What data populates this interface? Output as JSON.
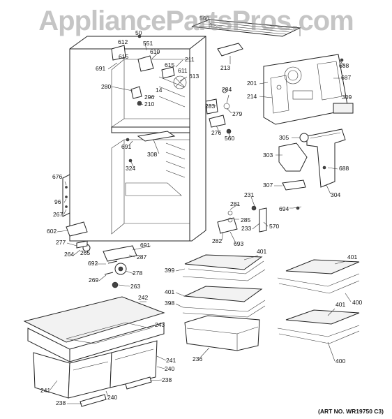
{
  "watermark": "AppliancePartsPros.com",
  "art_no": "(ART NO. WR19750 C3)",
  "labels": [
    {
      "id": "p560a",
      "text": "560"
    },
    {
      "id": "p1",
      "text": "1"
    },
    {
      "id": "p50",
      "text": "50"
    },
    {
      "id": "p612",
      "text": "612"
    },
    {
      "id": "p551",
      "text": "551"
    },
    {
      "id": "p610",
      "text": "610"
    },
    {
      "id": "p615a",
      "text": "615"
    },
    {
      "id": "p691a",
      "text": "691"
    },
    {
      "id": "p211",
      "text": "211"
    },
    {
      "id": "p615b",
      "text": "615"
    },
    {
      "id": "p611",
      "text": "611"
    },
    {
      "id": "p613",
      "text": "613"
    },
    {
      "id": "p213",
      "text": "213"
    },
    {
      "id": "p688a",
      "text": "688"
    },
    {
      "id": "p687",
      "text": "687"
    },
    {
      "id": "p201",
      "text": "201"
    },
    {
      "id": "p280",
      "text": "280"
    },
    {
      "id": "p14",
      "text": "14"
    },
    {
      "id": "p296",
      "text": "296"
    },
    {
      "id": "p210",
      "text": "210"
    },
    {
      "id": "p284",
      "text": "284"
    },
    {
      "id": "p214",
      "text": "214"
    },
    {
      "id": "p309",
      "text": "309"
    },
    {
      "id": "p283",
      "text": "283"
    },
    {
      "id": "p279",
      "text": "279"
    },
    {
      "id": "p276",
      "text": "276"
    },
    {
      "id": "p560b",
      "text": "560"
    },
    {
      "id": "p305",
      "text": "305"
    },
    {
      "id": "p691b",
      "text": "691"
    },
    {
      "id": "p308",
      "text": "308"
    },
    {
      "id": "p303",
      "text": "303"
    },
    {
      "id": "p688b",
      "text": "688"
    },
    {
      "id": "p324",
      "text": "324"
    },
    {
      "id": "p676",
      "text": "676"
    },
    {
      "id": "p96",
      "text": "96"
    },
    {
      "id": "p267",
      "text": "267"
    },
    {
      "id": "p307",
      "text": "307"
    },
    {
      "id": "p304",
      "text": "304"
    },
    {
      "id": "p231",
      "text": "231"
    },
    {
      "id": "p281",
      "text": "281"
    },
    {
      "id": "p694",
      "text": "694"
    },
    {
      "id": "p285",
      "text": "285"
    },
    {
      "id": "p570",
      "text": "570"
    },
    {
      "id": "p233",
      "text": "233"
    },
    {
      "id": "p602",
      "text": "602"
    },
    {
      "id": "p282",
      "text": "282"
    },
    {
      "id": "p693",
      "text": "693"
    },
    {
      "id": "p277",
      "text": "277"
    },
    {
      "id": "p691c",
      "text": "691"
    },
    {
      "id": "p264",
      "text": "264"
    },
    {
      "id": "p265",
      "text": "265"
    },
    {
      "id": "p287",
      "text": "287"
    },
    {
      "id": "p692",
      "text": "692"
    },
    {
      "id": "p401a",
      "text": "401"
    },
    {
      "id": "p399",
      "text": "399"
    },
    {
      "id": "p278",
      "text": "278"
    },
    {
      "id": "p269",
      "text": "269"
    },
    {
      "id": "p263",
      "text": "263"
    },
    {
      "id": "p401b",
      "text": "401"
    },
    {
      "id": "p401c",
      "text": "401"
    },
    {
      "id": "p400a",
      "text": "400"
    },
    {
      "id": "p398",
      "text": "398"
    },
    {
      "id": "p242",
      "text": "242"
    },
    {
      "id": "p401d",
      "text": "401"
    },
    {
      "id": "p243",
      "text": "243"
    },
    {
      "id": "p236",
      "text": "236"
    },
    {
      "id": "p400b",
      "text": "400"
    },
    {
      "id": "p241a",
      "text": "241"
    },
    {
      "id": "p240a",
      "text": "240"
    },
    {
      "id": "p241b",
      "text": "241"
    },
    {
      "id": "p238a",
      "text": "238"
    },
    {
      "id": "p240b",
      "text": "240"
    },
    {
      "id": "p238b",
      "text": "238"
    }
  ]
}
